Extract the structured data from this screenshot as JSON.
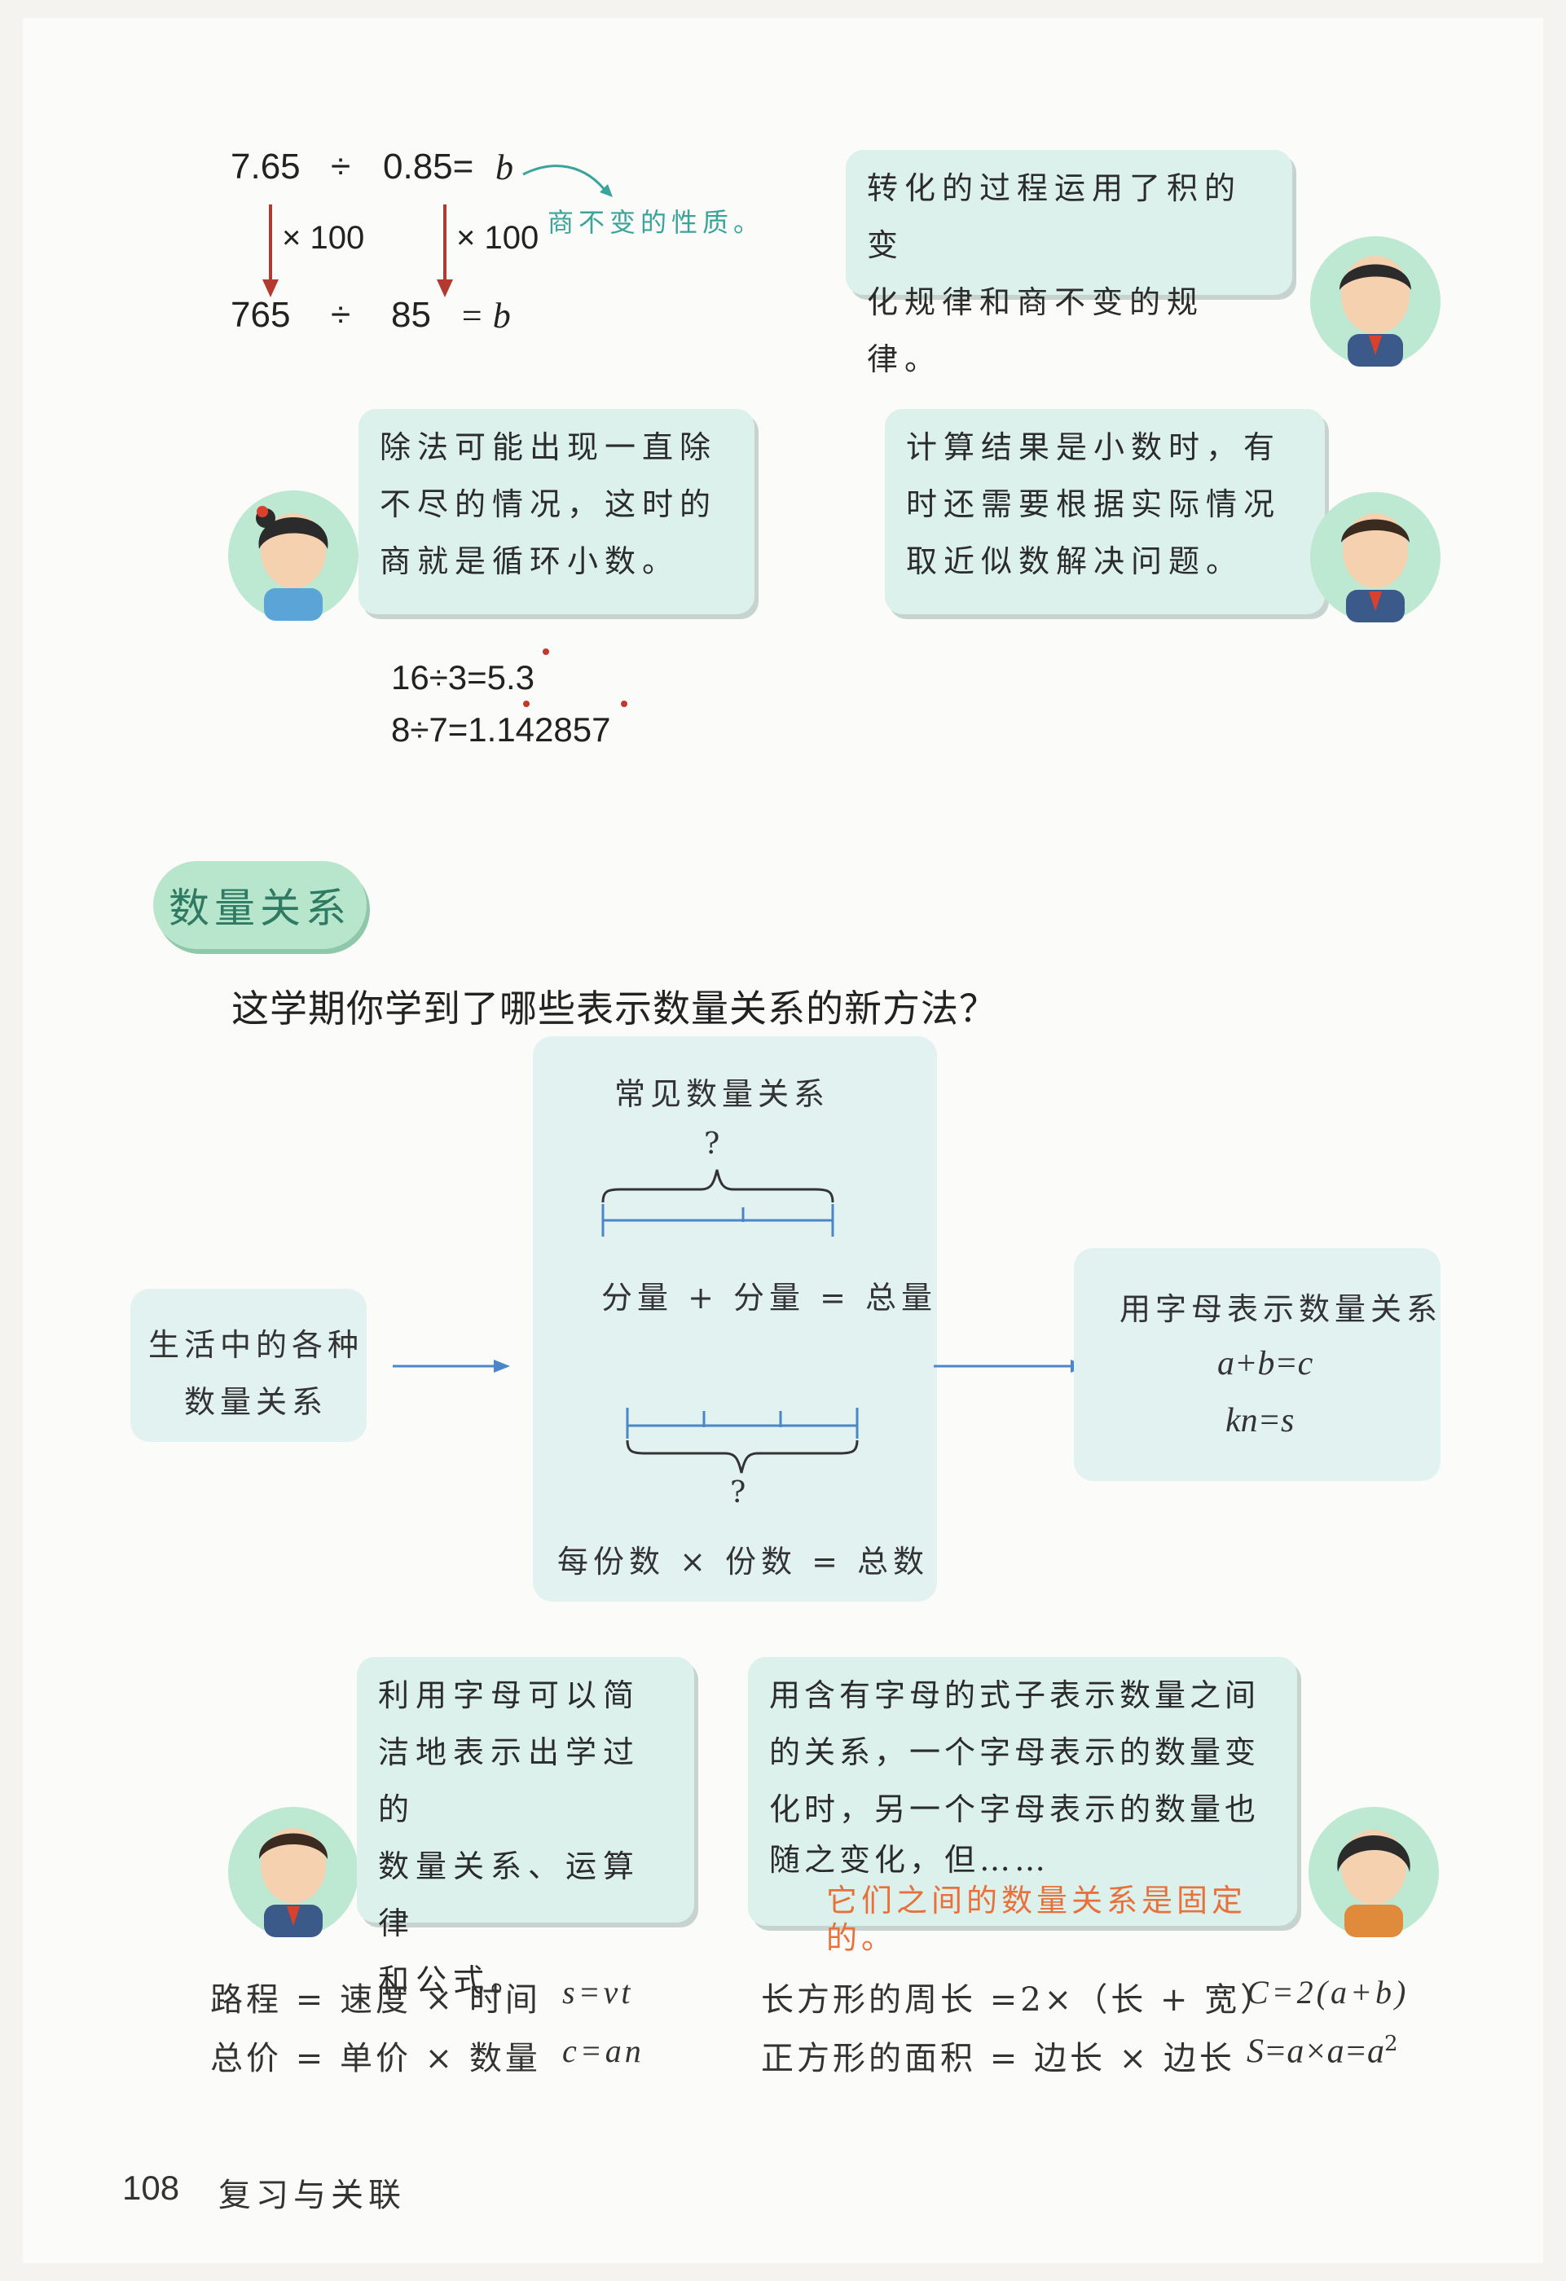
{
  "calc": {
    "row1": [
      "7.65",
      "÷",
      "0.85=",
      "b"
    ],
    "mult_a": "× 100",
    "mult_b": "× 100",
    "row2": [
      "765",
      "÷",
      "85",
      "= b"
    ],
    "note": "商不变的性质。",
    "recurring1": "16÷3=5.3",
    "recurring2": "8÷7=1.142857"
  },
  "bubbles": {
    "b1": [
      "转化的过程运用了积的变",
      "化规律和商不变的规律。"
    ],
    "b2": [
      "除法可能出现一直除",
      "不尽的情况，这时的",
      "商就是循环小数。"
    ],
    "b3": [
      "计算结果是小数时，有",
      "时还需要根据实际情况",
      "取近似数解决问题。"
    ],
    "b4": [
      "利用字母可以简",
      "洁地表示出学过的",
      "数量关系、运算律",
      "和公式。"
    ],
    "b5": [
      "用含有字母的式子表示数量之间",
      "的关系，一个字母表示的数量变",
      "化时，另一个字母表示的数量也",
      "随之变化，但……"
    ],
    "b5_highlight": "它们之间的数量关系是固定的。"
  },
  "section": {
    "tag": "数量关系",
    "question": "这学期你学到了哪些表示数量关系的新方法？"
  },
  "diagram": {
    "left": [
      "生活中的各种",
      "数量关系"
    ],
    "center_title": "常见数量关系",
    "q1": "?",
    "rel1": "分量 + 分量 = 总量",
    "q2": "?",
    "rel2": "每份数 × 份数 = 总数",
    "right_title": "用字母表示数量关系",
    "eq1": "a+b=c",
    "eq2": "kn=s"
  },
  "formulas": {
    "f1": "路程 = 速度 × 时间",
    "f1v": "s=vt",
    "f2": "总价 = 单价 × 数量",
    "f2v": "c=an",
    "f3": "长方形的周长 =2×（长 + 宽）",
    "f3v": "C=2(a+b)",
    "f4": "正方形的面积 = 边长 × 边长",
    "f4v": "S=a×a=a",
    "f4sup": "2"
  },
  "footer": {
    "page_number": "108",
    "title": "复习与关联"
  },
  "colors": {
    "arrow_red": "#b23a2e",
    "note_teal": "#3aa39a",
    "bubble_bg": "#dcf1ec",
    "section_green": "#b8e6cc",
    "highlight_orange": "#e8703a",
    "diagram_blue": "#4a86c8"
  }
}
